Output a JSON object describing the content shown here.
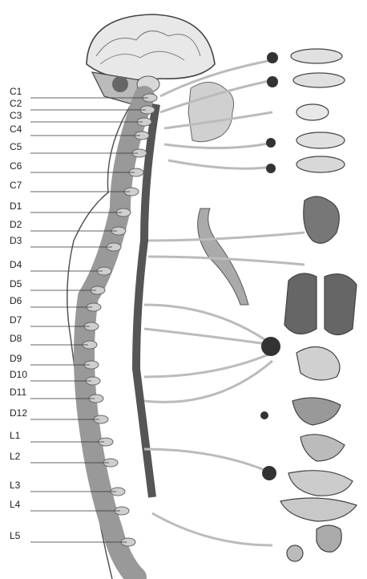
{
  "labels": [
    "C1",
    "C2",
    "C3",
    "C4",
    "C5",
    "C6",
    "C7",
    "D1",
    "D2",
    "D3",
    "D4",
    "D5",
    "D6",
    "D7",
    "D8",
    "D9",
    "D10",
    "D11",
    "D12",
    "L1",
    "L2",
    "L3",
    "L4",
    "L5"
  ]
}
